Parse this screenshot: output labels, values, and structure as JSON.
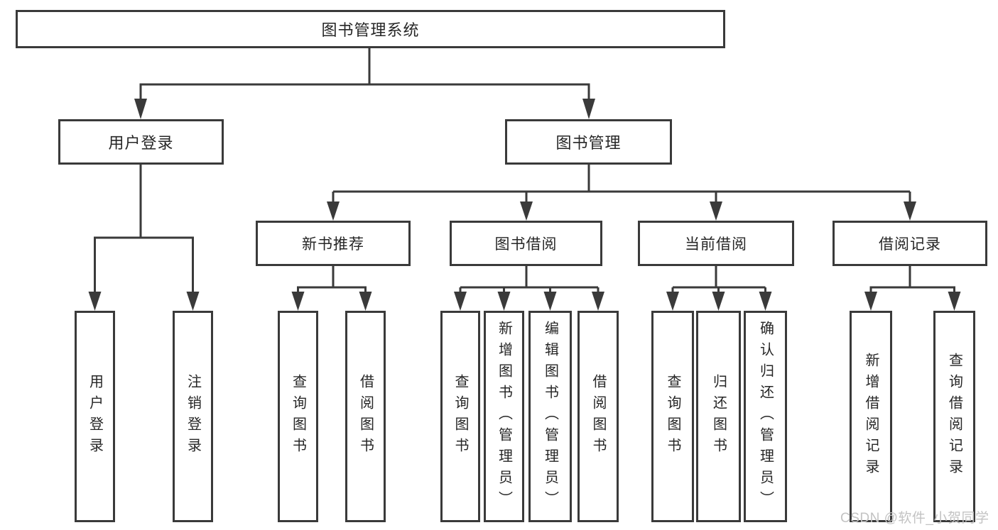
{
  "tree": {
    "label": "图书管理系统",
    "children": [
      {
        "label": "用户登录",
        "children": [
          {
            "label": "用户登录"
          },
          {
            "label": "注销登录"
          }
        ]
      },
      {
        "label": "图书管理",
        "children": [
          {
            "label": "新书推荐",
            "children": [
              {
                "label": "查询图书"
              },
              {
                "label": "借阅图书"
              }
            ]
          },
          {
            "label": "图书借阅",
            "children": [
              {
                "label": "查询图书"
              },
              {
                "label": "新增图书（管理员）"
              },
              {
                "label": "编辑图书（管理员）"
              },
              {
                "label": "借阅图书"
              }
            ]
          },
          {
            "label": "当前借阅",
            "children": [
              {
                "label": "查询图书"
              },
              {
                "label": "归还图书"
              },
              {
                "label": "确认归还（管理员）"
              }
            ]
          },
          {
            "label": "借阅记录",
            "children": [
              {
                "label": "新增借阅记录"
              },
              {
                "label": "查询借阅记录"
              }
            ]
          }
        ]
      }
    ]
  },
  "watermark": {
    "text": "CSDN @软件_小贺同学",
    "color": "#c3c3c3"
  },
  "colors": {
    "line": "#3a3a3a",
    "text": "#262626",
    "background": "#ffffff"
  }
}
